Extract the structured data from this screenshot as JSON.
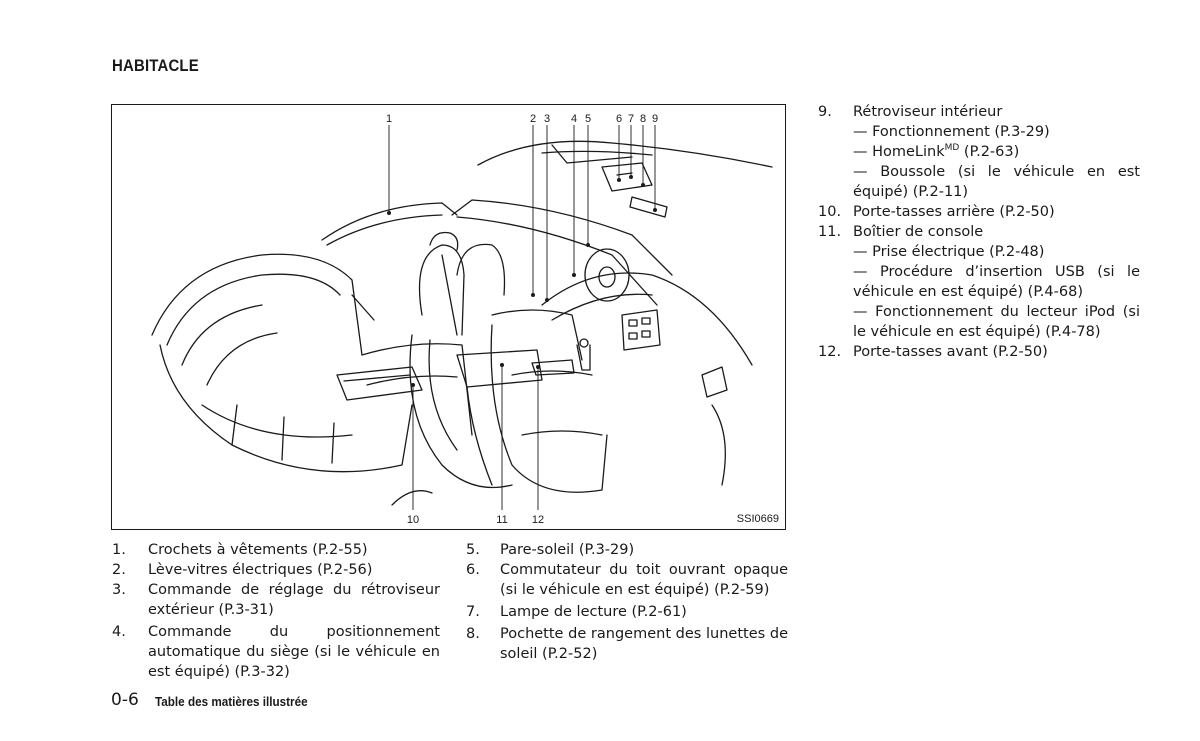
{
  "section_title": "HABITACLE",
  "figure": {
    "code": "SSI0669",
    "top_labels": [
      "1",
      "2",
      "3",
      "4",
      "5",
      "6",
      "7",
      "8",
      "9"
    ],
    "bottom_labels": [
      "10",
      "11",
      "12"
    ]
  },
  "list_left": [
    {
      "num": "1.",
      "text": "Crochets à vêtements (P.2-55)"
    },
    {
      "num": "2.",
      "text": "Lève-vitres électriques (P.2-56)"
    },
    {
      "num": "3.",
      "text": "Commande de réglage du rétroviseur extérieur (P.3-31)"
    },
    {
      "num": "4.",
      "text": "Commande du positionnement automatique du siège (si le véhicule en est équipé) (P.3-32)"
    }
  ],
  "list_mid": [
    {
      "num": "5.",
      "text": "Pare-soleil (P.3-29)"
    },
    {
      "num": "6.",
      "text": "Commutateur du toit ouvrant opaque (si le véhicule en est équipé) (P.2-59)"
    },
    {
      "num": "7.",
      "text": "Lampe de lecture (P.2-61)"
    },
    {
      "num": "8.",
      "text": "Pochette de rangement des lunettes de soleil (P.2-52)"
    }
  ],
  "list_right": {
    "item9": {
      "num": "9.",
      "title": "Rétroviseur intérieur",
      "sub1": "— Fonctionnement (P.3-29)",
      "sub2_pre": "— HomeLink",
      "sub2_sup": "MD",
      "sub2_post": " (P.2-63)",
      "sub3": "— Boussole (si le véhicule en est équipé) (P.2-11)"
    },
    "item10": {
      "num": "10.",
      "title": "Porte-tasses arrière (P.2-50)"
    },
    "item11": {
      "num": "11.",
      "title": "Boîtier de console",
      "sub1": "— Prise électrique (P.2-48)",
      "sub2": "— Procédure d’insertion USB (si le véhicule en est équipé) (P.4-68)",
      "sub3": "— Fonctionnement du lecteur iPod (si le véhicule en est équipé) (P.4-78)"
    },
    "item12": {
      "num": "12.",
      "title": "Porte-tasses avant (P.2-50)"
    }
  },
  "footer": {
    "page_number": "0-6",
    "title": "Table des matières illustrée"
  }
}
